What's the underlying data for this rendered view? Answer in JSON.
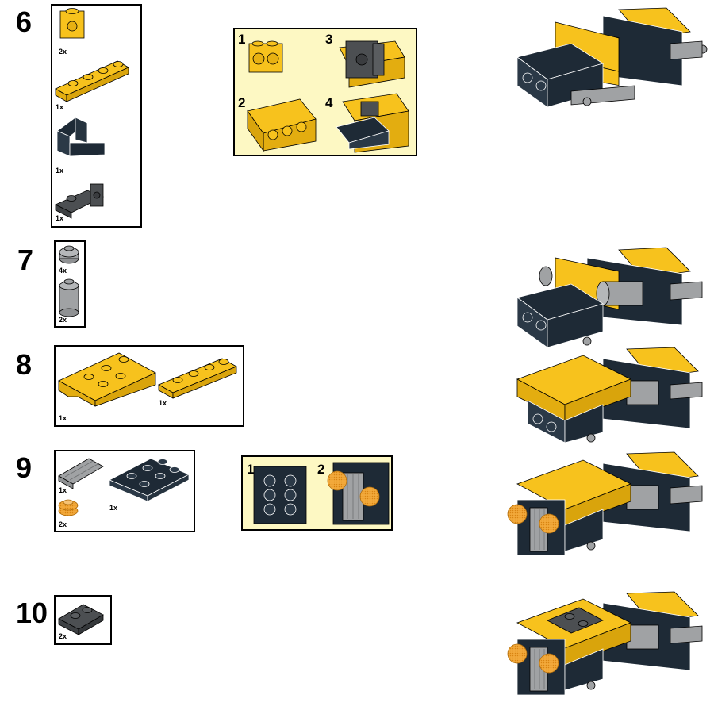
{
  "steps": [
    {
      "number": "6",
      "parts": [
        {
          "name": "yellow-bracket-1x1",
          "qty": "2x"
        },
        {
          "name": "yellow-plate-1x4",
          "qty": "1x"
        },
        {
          "name": "dark-blue-bracket-1x2",
          "qty": "1x"
        },
        {
          "name": "dark-gray-plate-clip",
          "qty": "1x"
        }
      ],
      "substeps": [
        "1",
        "2",
        "3",
        "4"
      ]
    },
    {
      "number": "7",
      "parts": [
        {
          "name": "gray-round-plate-1x1",
          "qty": "4x"
        },
        {
          "name": "gray-round-brick-1x1",
          "qty": "2x"
        }
      ]
    },
    {
      "number": "8",
      "parts": [
        {
          "name": "yellow-arch-plate-2x4",
          "qty": "1x"
        },
        {
          "name": "yellow-plate-1x4",
          "qty": "1x"
        }
      ]
    },
    {
      "number": "9",
      "parts": [
        {
          "name": "gray-grille-tile-1x2",
          "qty": "1x"
        },
        {
          "name": "trans-orange-round-plate",
          "qty": "2x"
        },
        {
          "name": "dark-blue-plate-2x3",
          "qty": "1x"
        }
      ],
      "substeps": [
        "1",
        "2"
      ]
    },
    {
      "number": "10",
      "parts": [
        {
          "name": "dark-gray-plate-1x2",
          "qty": "2x"
        }
      ]
    }
  ],
  "colors": {
    "yellow": "#f7c21d",
    "dark_blue": "#1e2a36",
    "dark_gray": "#4c4f52",
    "light_gray": "#a0a2a4",
    "orange": "#f2a93b",
    "callout_bg": "#fdf8c3"
  }
}
